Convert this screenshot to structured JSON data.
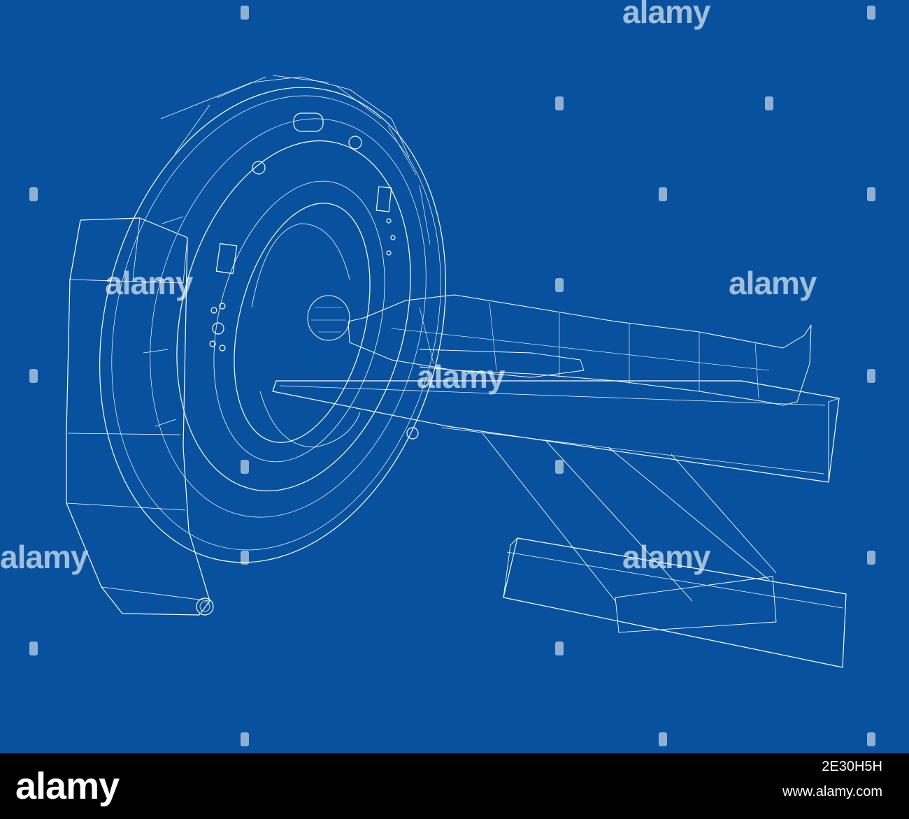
{
  "colors": {
    "background": "#07519e",
    "line": "#ffffff",
    "footer_background": "#000000"
  },
  "watermark": {
    "text": "alamy"
  },
  "footer": {
    "logo": "alamy",
    "image_id": "2E30H5H",
    "url": "www.alamy.com"
  }
}
